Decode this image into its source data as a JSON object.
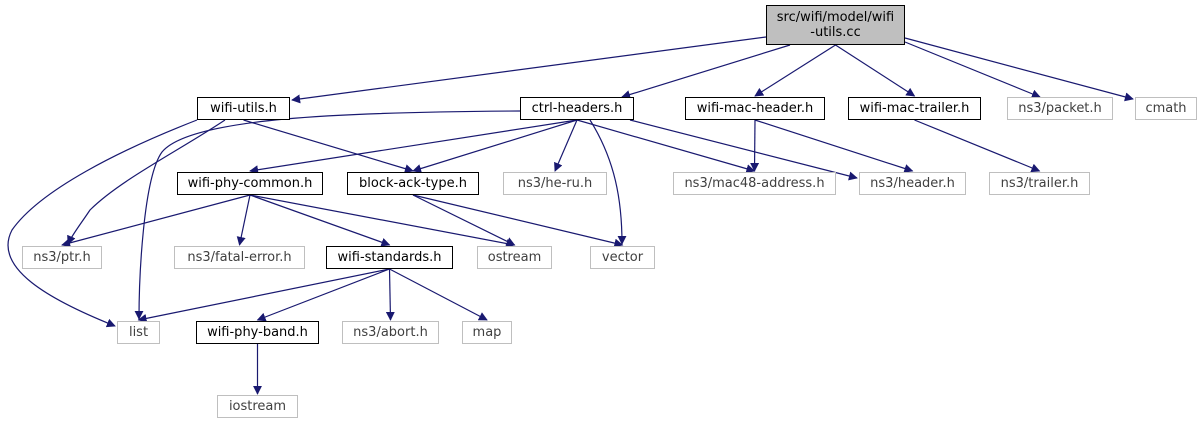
{
  "colors": {
    "edge": "#191970",
    "root_fill": "#bfbfbf",
    "project_border": "#000000",
    "external_border": "#bfbfbf",
    "external_text": "#404040"
  },
  "nodes": [
    {
      "id": "root",
      "label": "src/wifi/model/wifi\n-utils.cc",
      "kind": "root"
    },
    {
      "id": "wifi-utils",
      "label": "wifi-utils.h",
      "kind": "project"
    },
    {
      "id": "ctrl-headers",
      "label": "ctrl-headers.h",
      "kind": "project"
    },
    {
      "id": "wifi-mac-header",
      "label": "wifi-mac-header.h",
      "kind": "project"
    },
    {
      "id": "wifi-mac-trailer",
      "label": "wifi-mac-trailer.h",
      "kind": "project"
    },
    {
      "id": "packet",
      "label": "ns3/packet.h",
      "kind": "external"
    },
    {
      "id": "cmath",
      "label": "cmath",
      "kind": "external"
    },
    {
      "id": "wifi-phy-common",
      "label": "wifi-phy-common.h",
      "kind": "project"
    },
    {
      "id": "block-ack-type",
      "label": "block-ack-type.h",
      "kind": "project"
    },
    {
      "id": "he-ru",
      "label": "ns3/he-ru.h",
      "kind": "external"
    },
    {
      "id": "mac48",
      "label": "ns3/mac48-address.h",
      "kind": "external"
    },
    {
      "id": "header",
      "label": "ns3/header.h",
      "kind": "external"
    },
    {
      "id": "trailer",
      "label": "ns3/trailer.h",
      "kind": "external"
    },
    {
      "id": "ptr",
      "label": "ns3/ptr.h",
      "kind": "external"
    },
    {
      "id": "fatal-error",
      "label": "ns3/fatal-error.h",
      "kind": "external"
    },
    {
      "id": "wifi-standards",
      "label": "wifi-standards.h",
      "kind": "project"
    },
    {
      "id": "ostream",
      "label": "ostream",
      "kind": "external"
    },
    {
      "id": "vector",
      "label": "vector",
      "kind": "external"
    },
    {
      "id": "list",
      "label": "list",
      "kind": "external"
    },
    {
      "id": "wifi-phy-band",
      "label": "wifi-phy-band.h",
      "kind": "project"
    },
    {
      "id": "abort",
      "label": "ns3/abort.h",
      "kind": "external"
    },
    {
      "id": "map",
      "label": "map",
      "kind": "external"
    },
    {
      "id": "iostream",
      "label": "iostream",
      "kind": "external"
    }
  ],
  "edges": [
    [
      "root",
      "wifi-utils"
    ],
    [
      "root",
      "ctrl-headers"
    ],
    [
      "root",
      "wifi-mac-header"
    ],
    [
      "root",
      "wifi-mac-trailer"
    ],
    [
      "root",
      "packet"
    ],
    [
      "root",
      "cmath"
    ],
    [
      "wifi-utils",
      "block-ack-type"
    ],
    [
      "wifi-utils",
      "ptr"
    ],
    [
      "wifi-utils",
      "list"
    ],
    [
      "ctrl-headers",
      "wifi-phy-common"
    ],
    [
      "ctrl-headers",
      "block-ack-type"
    ],
    [
      "ctrl-headers",
      "he-ru"
    ],
    [
      "ctrl-headers",
      "mac48"
    ],
    [
      "ctrl-headers",
      "header"
    ],
    [
      "ctrl-headers",
      "vector"
    ],
    [
      "ctrl-headers",
      "list"
    ],
    [
      "wifi-mac-header",
      "mac48"
    ],
    [
      "wifi-mac-header",
      "header"
    ],
    [
      "wifi-mac-trailer",
      "trailer"
    ],
    [
      "wifi-phy-common",
      "ptr"
    ],
    [
      "wifi-phy-common",
      "fatal-error"
    ],
    [
      "wifi-phy-common",
      "wifi-standards"
    ],
    [
      "wifi-phy-common",
      "ostream"
    ],
    [
      "block-ack-type",
      "ostream"
    ],
    [
      "block-ack-type",
      "vector"
    ],
    [
      "wifi-standards",
      "list"
    ],
    [
      "wifi-standards",
      "wifi-phy-band"
    ],
    [
      "wifi-standards",
      "abort"
    ],
    [
      "wifi-standards",
      "map"
    ],
    [
      "wifi-phy-band",
      "iostream"
    ]
  ]
}
